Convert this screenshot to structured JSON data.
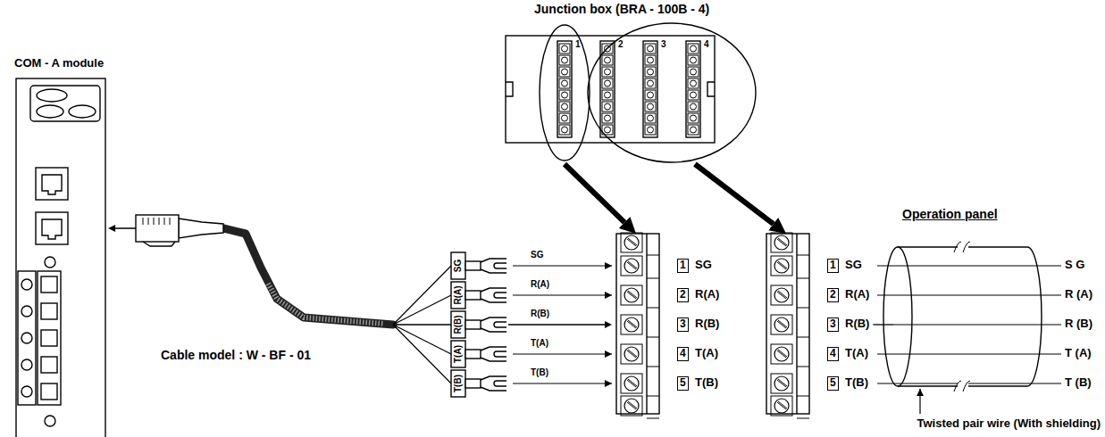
{
  "diagram": {
    "nodes": [
      {
        "text": [
          "COM - A module"
        ]
      },
      {
        "text": [
          "Junction box (BRA - 100B - 4)"
        ]
      },
      {
        "text": [
          "1",
          "SG",
          "2",
          "R(A)",
          "3",
          "R(B)",
          "4",
          "T(A)",
          "5",
          "T(B)"
        ]
      },
      {
        "text": [
          "1",
          "SG",
          "2",
          "R(A)",
          "3",
          "R(B)",
          "4",
          "T(A)",
          "5",
          "T(B)"
        ]
      },
      {
        "text": [
          "Operation panel"
        ]
      }
    ],
    "edges": [
      {
        "from": 0,
        "to": 2,
        "arrow": "both"
      },
      {
        "from": 1,
        "to": 2,
        "arrow": "to"
      },
      {
        "from": 1,
        "to": 3,
        "arrow": "to"
      },
      {
        "from": 3,
        "to": 4,
        "arrow": "none"
      }
    ],
    "labels": [
      "1",
      "2",
      "3",
      "4",
      "Cable model : W - BF - 01",
      "SG",
      "R(A)",
      "R(B)",
      "T(A)",
      "T(B)",
      "SG",
      "R(A)",
      "R(B)",
      "T(A)",
      "T(B)",
      "S G",
      "R (A)",
      "R (B)",
      "T (A)",
      "T (B)",
      "Twisted pair wire (With shielding)"
    ]
  }
}
